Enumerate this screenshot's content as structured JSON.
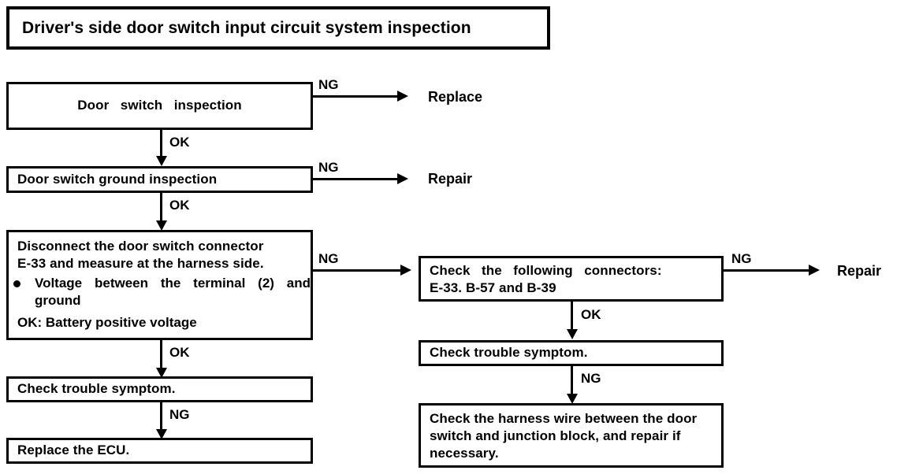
{
  "title": {
    "text": "Driver's side door switch input circuit system inspection"
  },
  "nodes": {
    "door_switch_inspection": "Door   switch   inspection",
    "door_switch_ground_inspection": "Door switch ground inspection",
    "disconnect_line1": "Disconnect the door switch connector",
    "disconnect_line2": "E-33 and measure at the harness side.",
    "disconnect_bullet": "Voltage  between  the  terminal  (2) and ground",
    "disconnect_ok": "OK: Battery positive voltage",
    "check_trouble_symptom_left": "Check trouble symptom.",
    "replace_the_ecu": "Replace the ECU.",
    "check_connectors_line1": "Check   the   following   connectors:",
    "check_connectors_line2": "E-33. B-57 and B-39",
    "check_trouble_symptom_right": "Check trouble symptom.",
    "check_harness": "Check the harness wire between the door switch and junction block, and repair if necessary."
  },
  "terminals": {
    "replace": "Replace",
    "repair_top": "Repair",
    "repair_right": "Repair"
  },
  "edges": {
    "ng_1": "NG",
    "ok_1": "OK",
    "ng_2": "NG",
    "ok_2": "OK",
    "ng_3": "NG",
    "ok_3": "OK",
    "ng_4": "NG",
    "ng_5": "NG",
    "ok_5": "OK",
    "ng_6": "NG"
  },
  "colors": {
    "ink": "#000000",
    "paper": "#ffffff"
  }
}
